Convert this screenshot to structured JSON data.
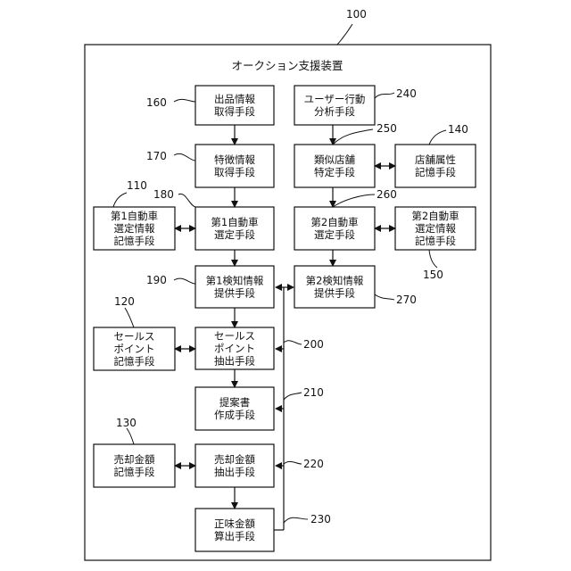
{
  "figure_number": "100",
  "frame_title": "オークション支援装置",
  "blocks": {
    "b160": {
      "ref": "160",
      "lines": [
        "出品情報",
        "取得手段"
      ]
    },
    "b240": {
      "ref": "240",
      "lines": [
        "ユーザー行動",
        "分析手段"
      ]
    },
    "b170": {
      "ref": "170",
      "lines": [
        "特徴情報",
        "取得手段"
      ]
    },
    "b250": {
      "ref": "250",
      "lines": [
        "類似店舗",
        "特定手段"
      ]
    },
    "b140": {
      "ref": "140",
      "lines": [
        "店舗属性",
        "記憶手段"
      ]
    },
    "b110": {
      "ref": "110",
      "lines": [
        "第1自動車",
        "選定情報",
        "記憶手段"
      ]
    },
    "b180": {
      "ref": "180",
      "lines": [
        "第1自動車",
        "選定手段"
      ]
    },
    "b260": {
      "ref": "260",
      "lines": [
        "第2自動車",
        "選定手段"
      ]
    },
    "b150": {
      "ref": "150",
      "lines": [
        "第2自動車",
        "選定情報",
        "記憶手段"
      ]
    },
    "b190": {
      "ref": "190",
      "lines": [
        "第1検知情報",
        "提供手段"
      ]
    },
    "b270": {
      "ref": "270",
      "lines": [
        "第2検知情報",
        "提供手段"
      ]
    },
    "b120": {
      "ref": "120",
      "lines": [
        "セールス",
        "ポイント",
        "記憶手段"
      ]
    },
    "b200": {
      "ref": "200",
      "lines": [
        "セールス",
        "ポイント",
        "抽出手段"
      ]
    },
    "b210": {
      "ref": "210",
      "lines": [
        "提案書",
        "作成手段"
      ]
    },
    "b130": {
      "ref": "130",
      "lines": [
        "売却金額",
        "記憶手段"
      ]
    },
    "b220": {
      "ref": "220",
      "lines": [
        "売却金額",
        "抽出手段"
      ]
    },
    "b230": {
      "ref": "230",
      "lines": [
        "正味金額",
        "算出手段"
      ]
    }
  }
}
